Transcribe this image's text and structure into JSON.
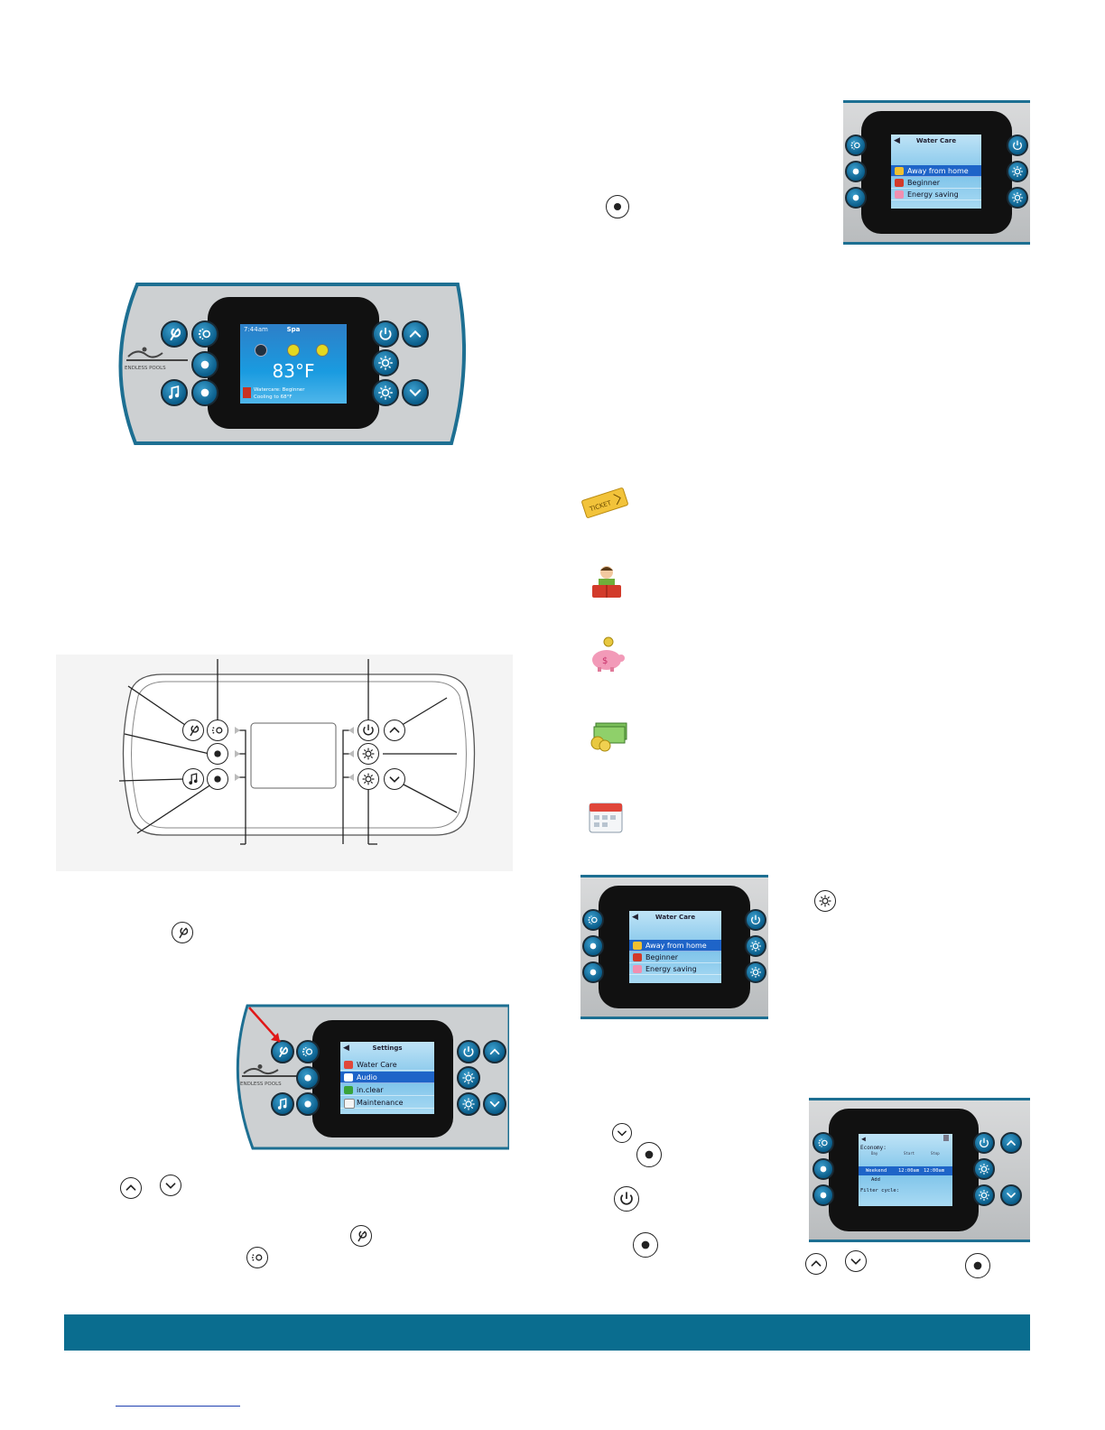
{
  "main_panel": {
    "time": "7:44am",
    "mode": "Spa",
    "temperature": "83°F",
    "status_line1": "Watercare: Beginner",
    "status_line2": "Cooling to 68°F",
    "brand": "ENDLESS POOLS"
  },
  "settings_screen": {
    "title": "Settings",
    "items": [
      "Water Care",
      "Audio",
      "in.clear",
      "Maintenance"
    ],
    "selected_index": 1,
    "brand": "ENDLESS POOLS"
  },
  "water_care_screen_top": {
    "title": "Water Care",
    "items": [
      "Away from home",
      "Beginner",
      "Energy saving"
    ],
    "selected_index": 0
  },
  "water_care_screen_mid": {
    "title": "Water Care",
    "items": [
      "Away from home",
      "Beginner",
      "Energy saving"
    ],
    "selected_index": 0
  },
  "schedule_screen": {
    "economy_label": "Economy:",
    "col_day": "Day",
    "col_start": "Start",
    "col_stop": "Stop",
    "row1_day": "Weekend",
    "row1_start": "12:00am",
    "row1_stop": "12:00am",
    "add_label": "Add",
    "filter_label": "Filter cycle:"
  },
  "icons": [
    "ticket-icon",
    "beginner-reader-icon",
    "piggy-bank-icon",
    "money-coins-icon",
    "calendar-icon"
  ],
  "colors": {
    "accent_blue": "#0a6d8f",
    "button_blue": "#1a7fb5",
    "selection_blue": "#1e64c8"
  }
}
